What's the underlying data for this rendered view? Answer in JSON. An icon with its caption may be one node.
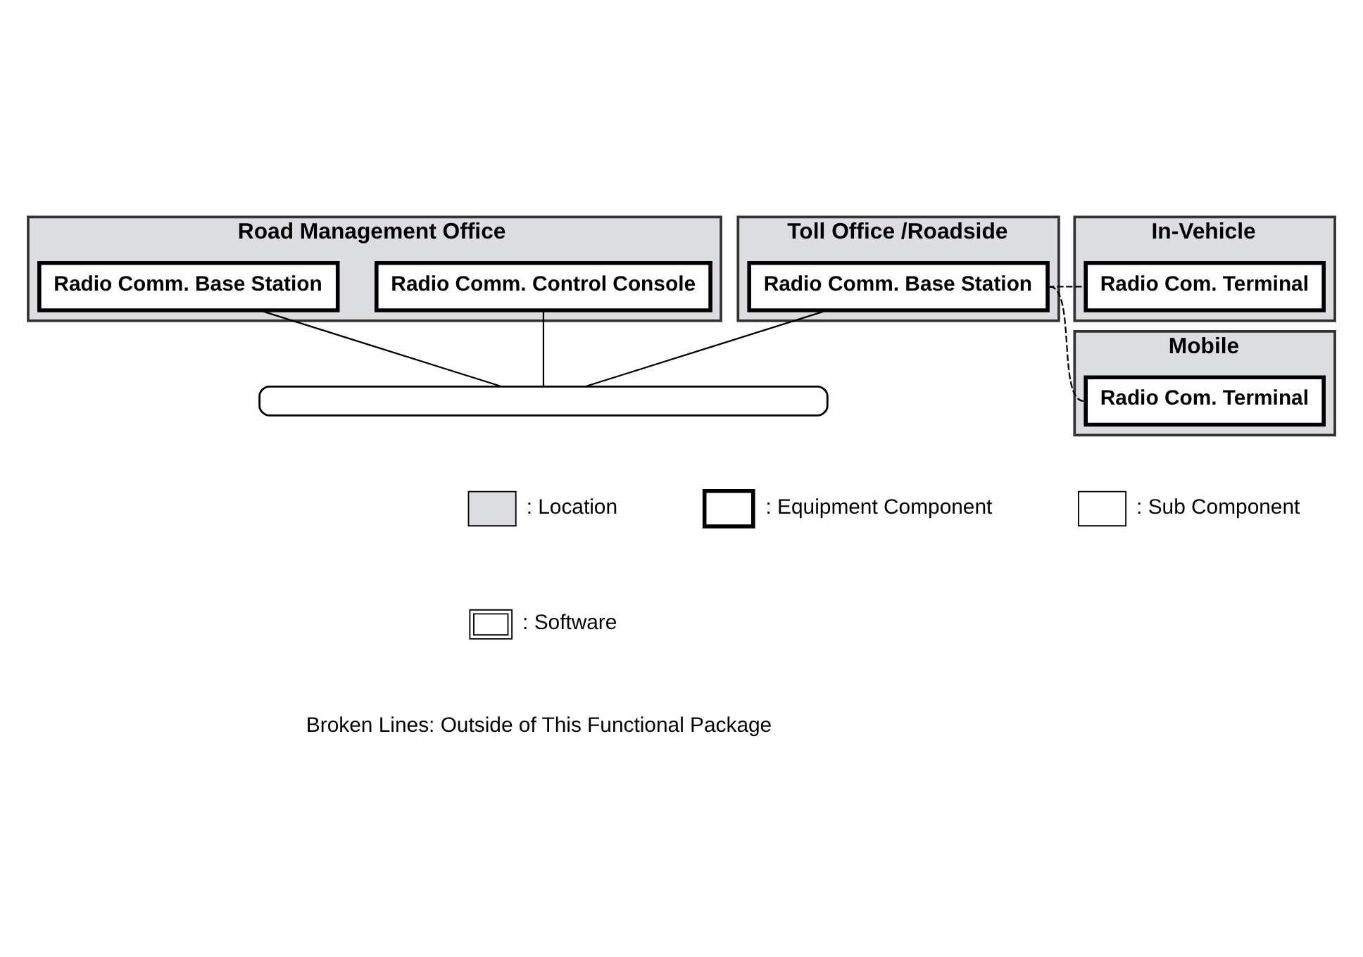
{
  "diagram": {
    "nodes": [
      {
        "text": [
          "Road Management Office"
        ]
      },
      {
        "text": [
          "Radio Comm. Control Console"
        ],
        "in": 0
      },
      {
        "text": [
          "Radio Comm. Base Station"
        ],
        "in": 0
      },
      {
        "text": [
          "Toll Office /Roadside"
        ]
      },
      {
        "text": [
          "Radio Comm. Base Station"
        ],
        "in": 3
      },
      {
        "text": [
          "In-Vehicle"
        ]
      },
      {
        "text": [
          "Radio Com. Terminal"
        ],
        "in": 5
      },
      {
        "text": [
          "Mobile"
        ]
      },
      {
        "text": [
          "Radio Com. Terminal"
        ],
        "in": 7
      },
      {
        "text": [],
        "shape": "bar"
      }
    ],
    "edges": [
      {
        "from": 1,
        "to": 9,
        "arrow": "none"
      },
      {
        "from": 2,
        "to": 9,
        "arrow": "none"
      },
      {
        "from": 4,
        "to": 9,
        "arrow": "none"
      },
      {
        "from": 4,
        "to": 6,
        "arrow": "none",
        "style": "dashed"
      },
      {
        "from": 4,
        "to": 8,
        "arrow": "none",
        "style": "dashed"
      }
    ],
    "labels": [
      "Broken Lines: Outside of This Functional Package"
    ],
    "legend": [
      {
        "text": ": Location",
        "color": "#dcdde0"
      },
      {
        "text": ": Equipment Component"
      },
      {
        "text": ": Sub Component"
      },
      {
        "text": ": Software"
      }
    ]
  }
}
